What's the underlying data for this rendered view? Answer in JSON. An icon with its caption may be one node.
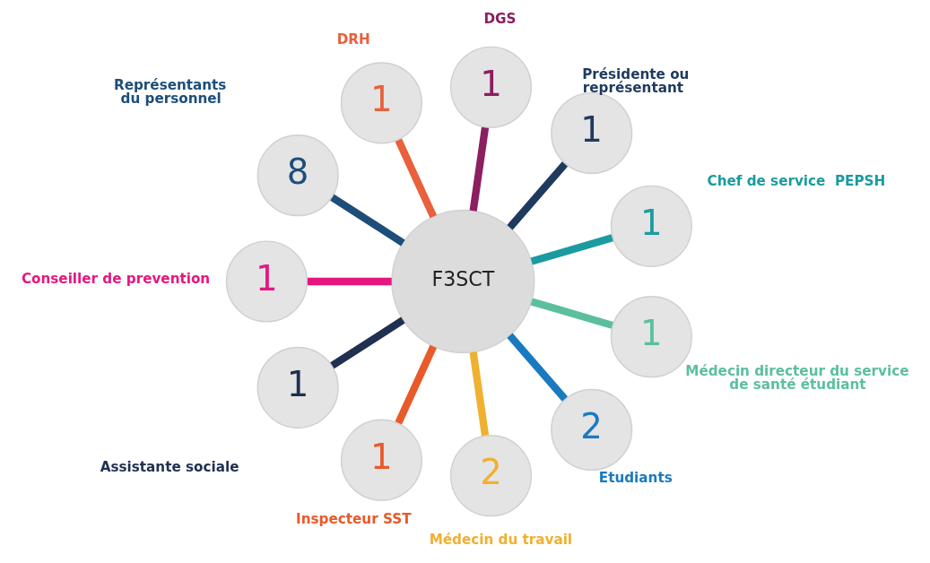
{
  "diagram": {
    "nodes": [
      {
        "text": [
          "F3SCT"
        ]
      },
      {
        "text": [
          "1"
        ],
        "beside": [
          "Chef de service  PEPSH"
        ]
      },
      {
        "text": [
          "1"
        ],
        "beside": [
          "Présidente ou  représentant"
        ]
      },
      {
        "text": [
          "1"
        ],
        "beside": [
          "DGS"
        ]
      },
      {
        "text": [
          "1"
        ],
        "beside": [
          "DRH"
        ]
      },
      {
        "text": [
          "8"
        ],
        "beside": [
          "Représentants du personnel"
        ]
      },
      {
        "text": [
          "1"
        ],
        "beside": [
          "Conseiller de prevention"
        ]
      },
      {
        "text": [
          "1"
        ],
        "beside": [
          "Assistante sociale"
        ]
      },
      {
        "text": [
          "1"
        ],
        "beside": [
          "Inspecteur SST"
        ]
      },
      {
        "text": [
          "2"
        ],
        "beside": [
          "Médecin du travail"
        ]
      },
      {
        "text": [
          "2"
        ],
        "beside": [
          "Etudiants"
        ]
      },
      {
        "text": [
          "1"
        ],
        "beside": [
          "Médecin directeur du service de santé étudiant"
        ]
      }
    ],
    "edges": [
      {
        "from": 0,
        "to": 1,
        "arrow": "none",
        "color": "#1a9ba0"
      },
      {
        "from": 0,
        "to": 2,
        "arrow": "none",
        "color": "#1f3a5f"
      },
      {
        "from": 0,
        "to": 3,
        "arrow": "none",
        "color": "#8b1f5f"
      },
      {
        "from": 0,
        "to": 4,
        "arrow": "none",
        "color": "#e8603c"
      },
      {
        "from": 0,
        "to": 5,
        "arrow": "none",
        "color": "#1d4e7a"
      },
      {
        "from": 0,
        "to": 6,
        "arrow": "none",
        "color": "#e5177f"
      },
      {
        "from": 0,
        "to": 7,
        "arrow": "none",
        "color": "#1f3050"
      },
      {
        "from": 0,
        "to": 8,
        "arrow": "none",
        "color": "#e85a2a"
      },
      {
        "from": 0,
        "to": 9,
        "arrow": "none",
        "color": "#f0b030"
      },
      {
        "from": 0,
        "to": 10,
        "arrow": "none",
        "color": "#1a7ac0"
      },
      {
        "from": 0,
        "to": 11,
        "arrow": "none",
        "color": "#5bbf9f"
      }
    ]
  }
}
